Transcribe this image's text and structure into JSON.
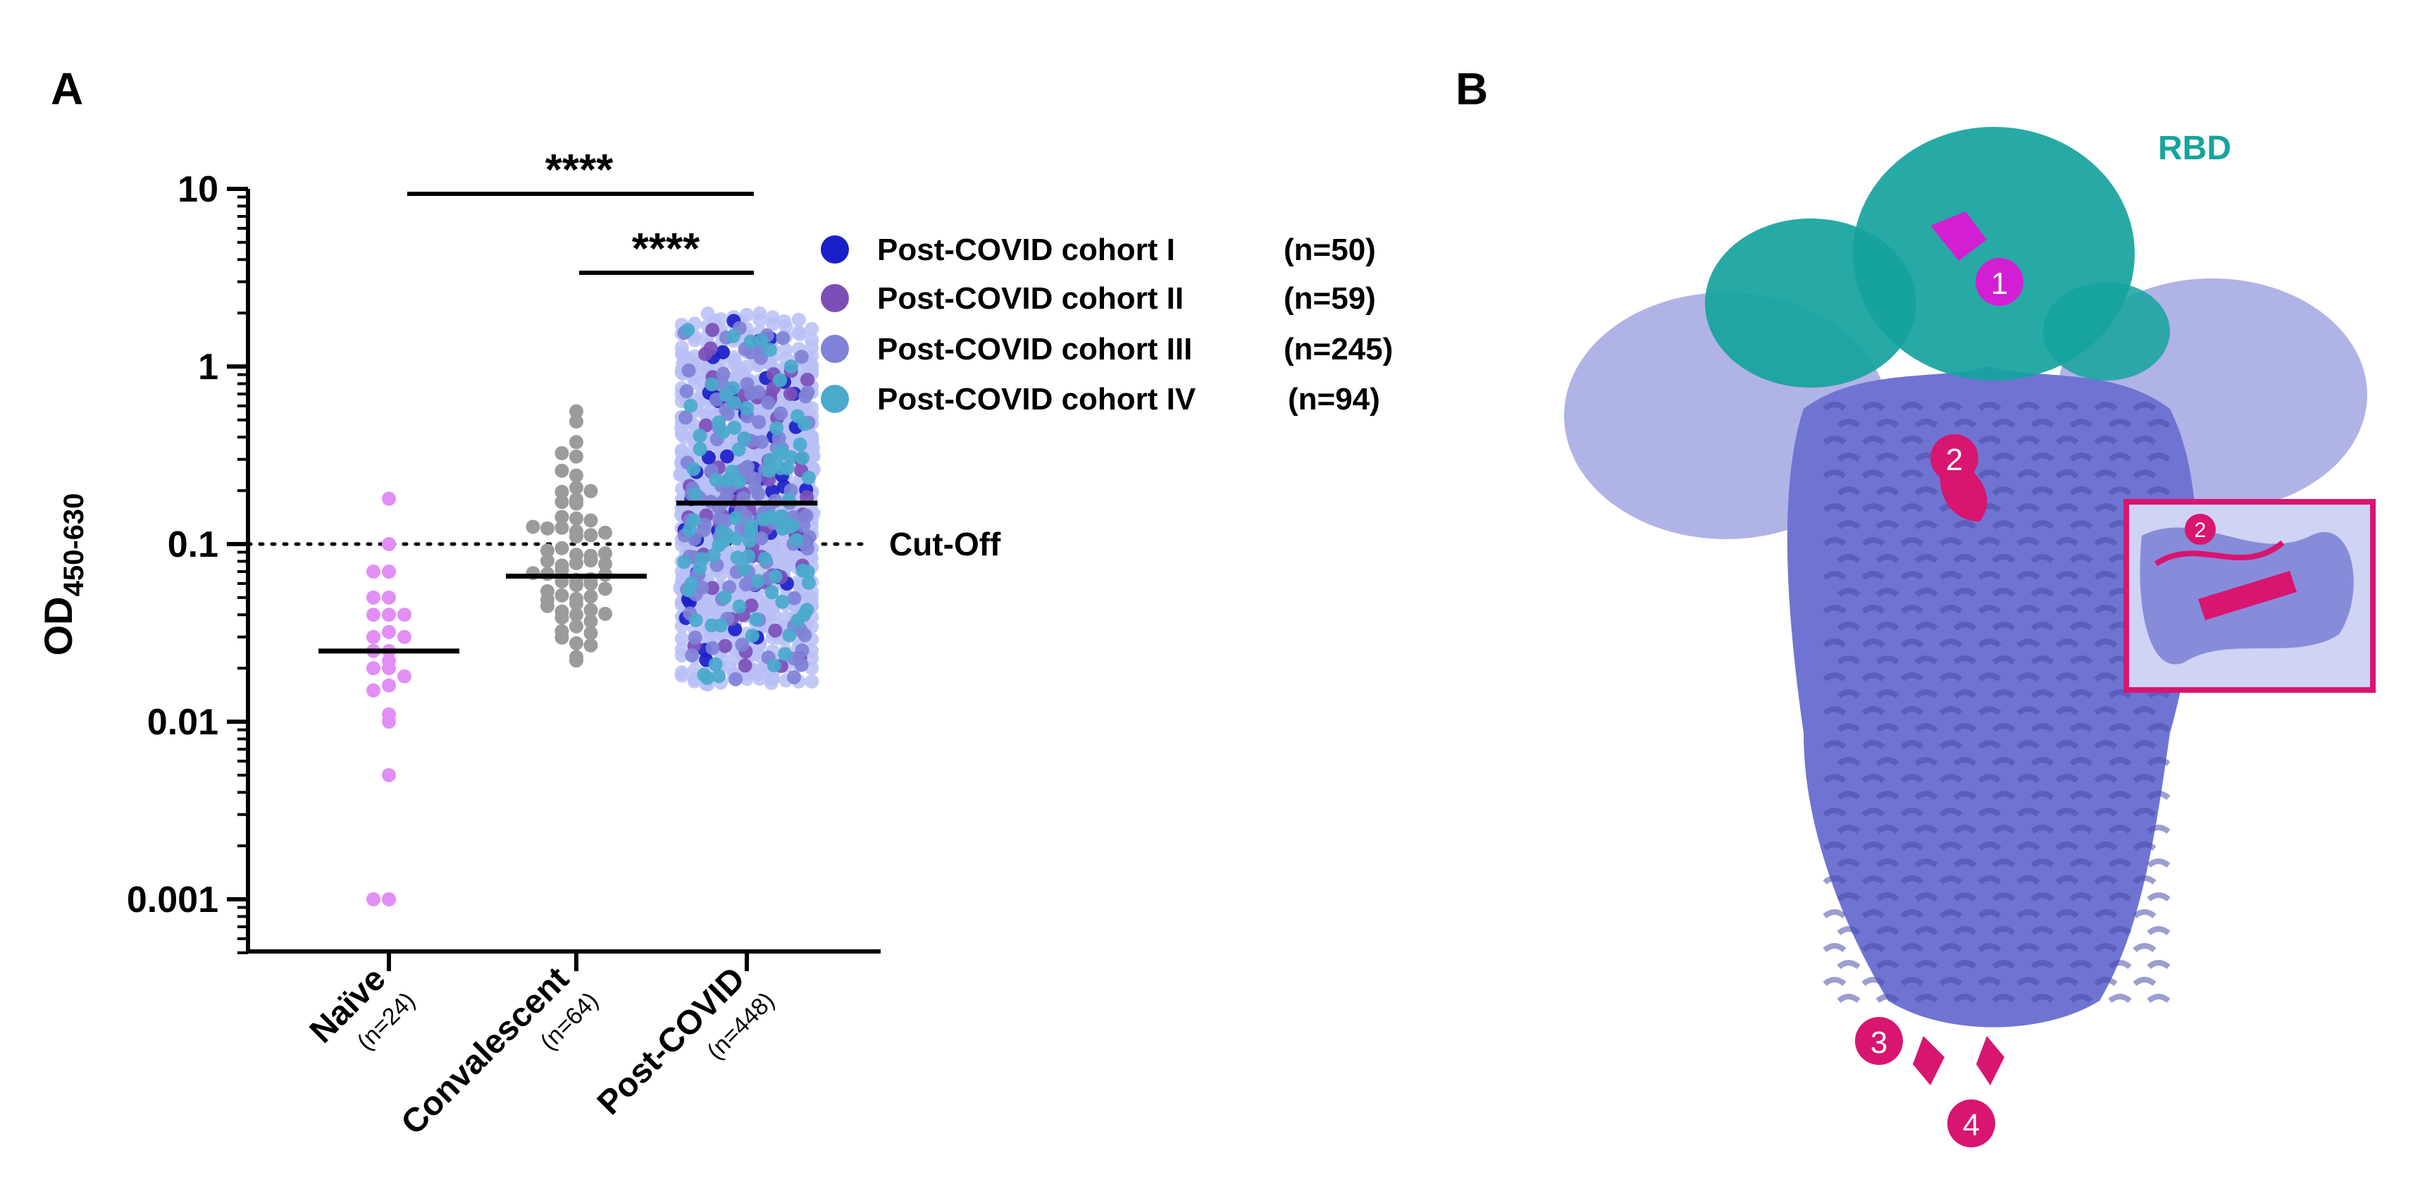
{
  "panels": {
    "a_letter": "A",
    "b_letter": "B"
  },
  "chart_data": {
    "type": "scatter",
    "title": "",
    "ylabel_main": "OD",
    "ylabel_sub": "450-630",
    "yscale": "log",
    "ylim": [
      0.0005,
      10
    ],
    "yticks": [
      {
        "value": 10,
        "label": "10"
      },
      {
        "value": 1,
        "label": "1"
      },
      {
        "value": 0.1,
        "label": "0.1"
      },
      {
        "value": 0.01,
        "label": "0.01"
      },
      {
        "value": 0.001,
        "label": "0.001"
      }
    ],
    "grid": false,
    "cutoff": {
      "value": 0.1,
      "label": "Cut-Off"
    },
    "groups": [
      {
        "name": "Naïve",
        "n_label": "(n=24)",
        "median": 0.025,
        "color": "#e28ef5",
        "values": [
          0.18,
          0.1,
          0.07,
          0.07,
          0.05,
          0.05,
          0.04,
          0.04,
          0.04,
          0.032,
          0.03,
          0.03,
          0.025,
          0.025,
          0.022,
          0.02,
          0.02,
          0.018,
          0.016,
          0.015,
          0.011,
          0.01,
          0.005,
          0.001,
          0.001
        ]
      },
      {
        "name": "Convalescent",
        "n_label": "(n=64)",
        "median": 0.066,
        "color": "#9b9b9b"
      },
      {
        "name": "Post-COVID",
        "n_label": "(n=448)",
        "median": 0.17
      }
    ],
    "series": [
      {
        "name": "Post-COVID cohort I",
        "n": "(n=50)",
        "color": "#1b1fc8"
      },
      {
        "name": "Post-COVID cohort II",
        "n": "(n=59)",
        "color": "#7c4fb8"
      },
      {
        "name": "Post-COVID cohort III",
        "n": "(n=245)",
        "color": "#7f82d6"
      },
      {
        "name": "Post-COVID cohort IV",
        "n": "(n=94)",
        "color": "#4aa9cc"
      }
    ],
    "post_covid_background_color": "#b8c0f6",
    "significance": [
      {
        "from": "Naïve",
        "to": "Post-COVID",
        "label": "****"
      },
      {
        "from": "Convalescent",
        "to": "Post-COVID",
        "label": "****"
      }
    ],
    "legend_position": "right"
  },
  "structure": {
    "rbd_label": "RBD",
    "markers": [
      "1",
      "2",
      "3",
      "4"
    ],
    "inset_marker": "2",
    "colors": {
      "spike": "#6f74d2",
      "rbd": "#15a39e",
      "epitope1": "#d31fd4",
      "epitope": "#d8156f"
    }
  }
}
